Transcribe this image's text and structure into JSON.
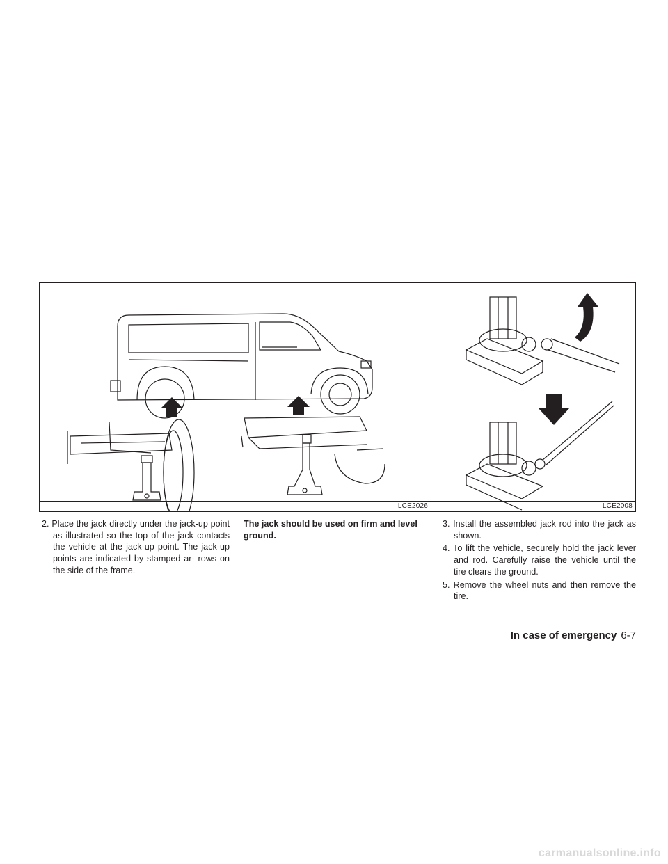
{
  "figures": [
    {
      "label": "LCE2026"
    },
    {
      "label": "LCE2008"
    }
  ],
  "column1": {
    "step2": "2. Place the jack directly under the jack-up point as illustrated so the top of the jack contacts the vehicle at the jack-up point. The jack-up points are indicated by stamped ar- rows on the side of the frame."
  },
  "column2": {
    "warning": "The jack should be used on firm and level ground."
  },
  "column3": {
    "step3": "3. Install the assembled jack rod into the jack as shown.",
    "step4": "4. To lift the vehicle, securely hold the jack lever and rod. Carefully raise the vehicle until the tire clears the ground.",
    "step5": "5. Remove the wheel nuts and then remove the tire."
  },
  "footer": {
    "section_title": "In case of emergency",
    "page_number": "6-7"
  },
  "watermark": "carmanualsonline.info"
}
